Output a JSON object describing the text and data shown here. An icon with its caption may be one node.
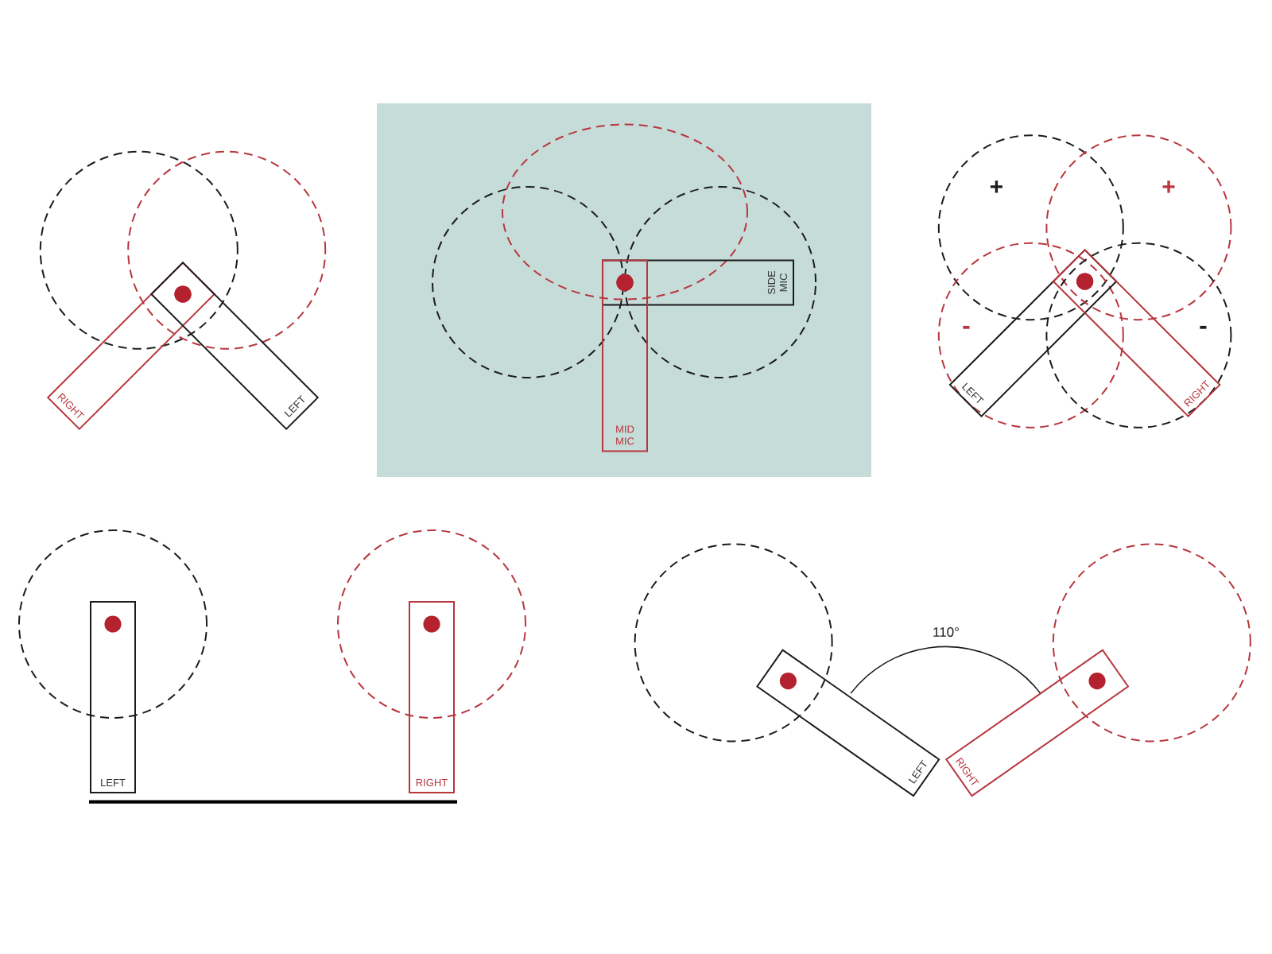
{
  "diagram": {
    "nodes": [
      {
        "text": [
          "RIGHT"
        ]
      },
      {
        "text": [
          "LEFT"
        ]
      },
      {
        "text": [],
        "shape": "box"
      },
      {
        "text": [
          "SIDE MIC"
        ],
        "in": 2
      },
      {
        "text": [
          "MID MIC"
        ],
        "in": 2
      },
      {
        "text": [
          "LEFT"
        ]
      },
      {
        "text": [
          "RIGHT"
        ]
      },
      {
        "text": [
          "LEFT"
        ]
      },
      {
        "text": [
          "RIGHT"
        ]
      },
      {
        "text": [
          "LEFT"
        ]
      },
      {
        "text": [
          "RIGHT"
        ]
      }
    ],
    "labels": [
      "+",
      "+",
      "-",
      "-",
      "110°"
    ]
  }
}
